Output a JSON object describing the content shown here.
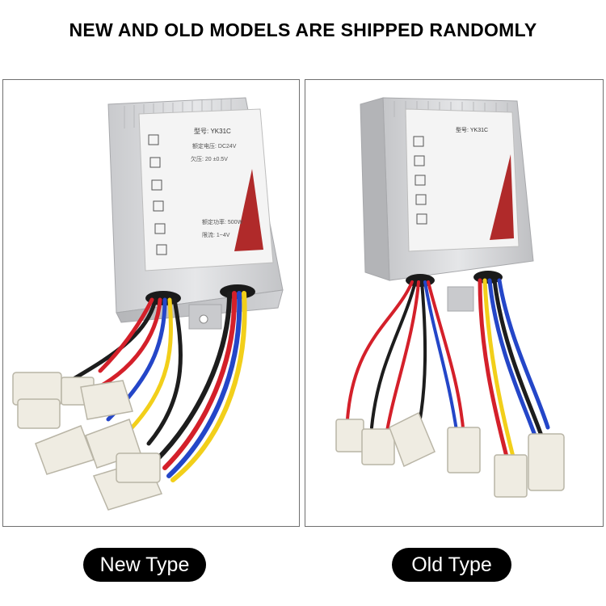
{
  "banner": {
    "text": "NEW AND OLD MODELS ARE SHIPPED RANDOMLY"
  },
  "panels": [
    {
      "caption": "New Type",
      "label_text": {
        "title": "型号: YK31C",
        "lines": [
          "额定电压: DC24V",
          "欠压: 20 ±0.5V",
          "额定功率: 500W",
          "限流: 1~4V"
        ]
      }
    },
    {
      "caption": "Old Type",
      "label_text": {
        "title": "型号: YK31C",
        "lines": []
      }
    }
  ],
  "colors": {
    "banner_text": "#000000",
    "panel_border": "#6f6f6f",
    "caption_bg": "#000000",
    "caption_text": "#ffffff",
    "housing": "#d9dadc",
    "label_triangle": "#b02a2a",
    "wire_red": "#d4202a",
    "wire_blue": "#2446c8",
    "wire_yellow": "#f2cf1a",
    "wire_black": "#1d1d1d",
    "connector": "#efece2"
  },
  "icons": [
    "controller-box-image-new",
    "controller-box-image-old"
  ]
}
